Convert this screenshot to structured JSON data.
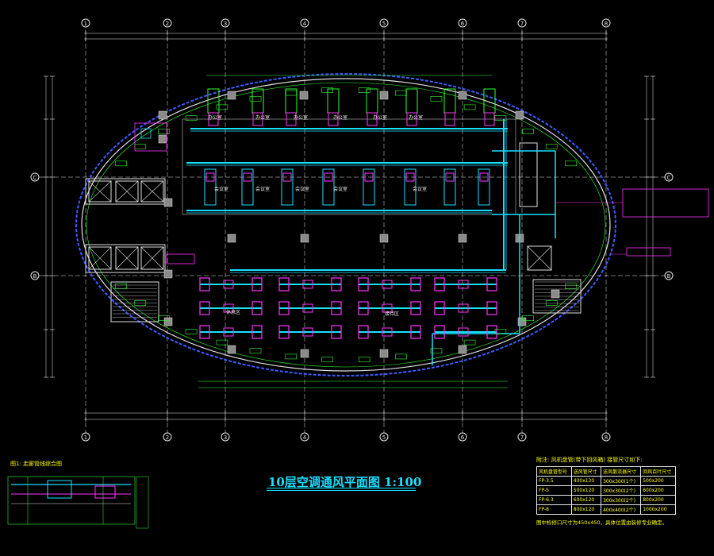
{
  "drawing": {
    "title": "10层空调通风平面图 1:100",
    "detail_title": "图1: 走廊管线综合图",
    "axis_labels_top": [
      "1",
      "2",
      "3",
      "4",
      "5",
      "6",
      "7",
      "8"
    ],
    "axis_labels_side": [
      "C",
      "B"
    ],
    "room_labels": [
      "办公室",
      "办公室",
      "办公室",
      "办公室",
      "办公室",
      "办公室",
      "会议室",
      "会议室",
      "会议室",
      "会议室",
      "会议室",
      "休息区",
      "接待区"
    ],
    "notes": {
      "heading": "附注: 风机盘管(带下回风箱) 接管尺寸如下:",
      "table_headers": [
        "风机盘管型号",
        "送风管尺寸",
        "送风散流器尺寸",
        "回风百叶尺寸"
      ],
      "rows": [
        [
          "FP-3.5",
          "400x120",
          "300x300(1个)",
          "500x200"
        ],
        [
          "FP-5",
          "500x120",
          "300x300(2个)",
          "600x200"
        ],
        [
          "FP-6.3",
          "600x120",
          "300x300(2个)",
          "800x200"
        ],
        [
          "FP-8",
          "800x120",
          "400x400(2个)",
          "1000x200"
        ]
      ],
      "footer": "图中检修口尺寸为450x450，具体位置由装修专业确定。"
    }
  },
  "colors": {
    "background": "#000000",
    "wall": "#e0e0e0",
    "duct": "#19e0ff",
    "fan_coil": "#ff33ff",
    "dimension": "#2eff2e",
    "axis": "#e8e8e8",
    "outline": "#3d5cff",
    "text": "#ffff00"
  }
}
